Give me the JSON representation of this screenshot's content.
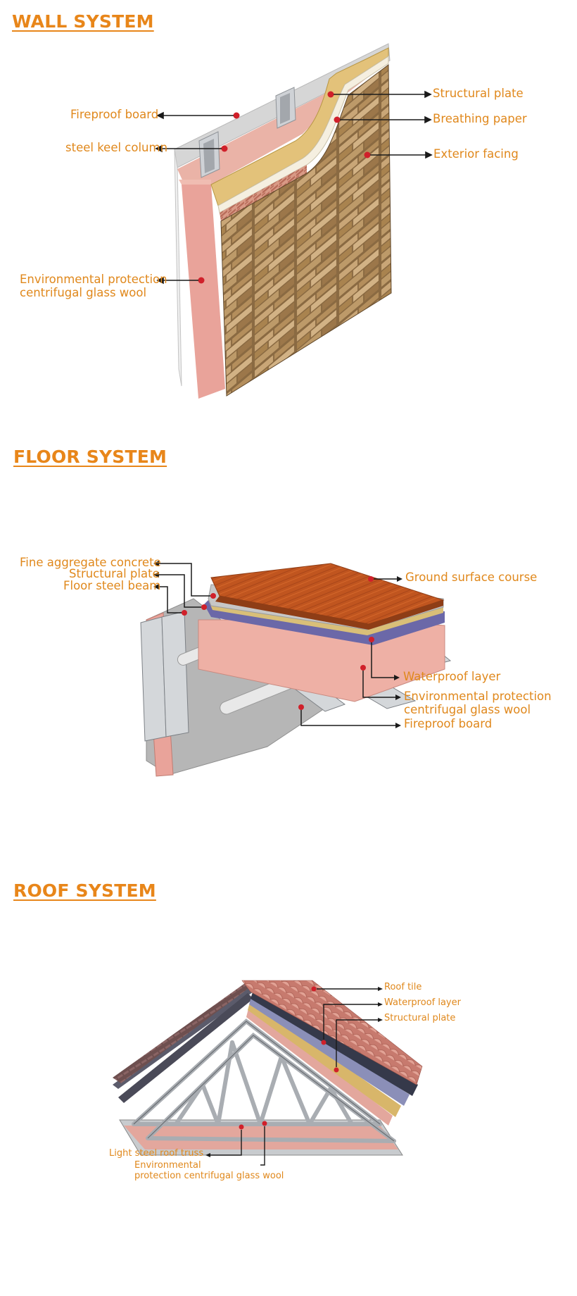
{
  "wall": {
    "title": "WALL SYSTEM",
    "labels": {
      "fireproof_board": "Fireproof board",
      "steel_keel_column": "steel keel column",
      "glass_wool": "Environmental protection\ncentrifugal glass wool",
      "structural_plate": "Structural plate",
      "breathing_paper": "Breathing paper",
      "exterior_facing": "Exterior facing"
    }
  },
  "floor": {
    "title": "FLOOR SYSTEM",
    "labels": {
      "fine_aggregate_concrete": "Fine aggregate concrete",
      "structural_plate": "Structural plate",
      "floor_steel_beam": "Floor steel beam",
      "ground_surface_course": "Ground surface course",
      "waterproof_layer": "Waterproof layer",
      "glass_wool": "Environmental protection\ncentrifugal glass wool",
      "fireproof_board": "Fireproof board"
    }
  },
  "roof": {
    "title": "ROOF SYSTEM",
    "labels": {
      "roof_tile": "Roof tile",
      "waterproof_layer": "Waterproof layer",
      "structural_plate": "Structural plate",
      "light_steel_roof_truss": "Light steel roof truss",
      "glass_wool": "Environmental\nprotection centrifugal glass wool"
    }
  },
  "colors": {
    "accent": "#e8861a",
    "label_text": "#e0881c",
    "marker": "#d0202a",
    "leader": "#1a1a1a",
    "glass_wool": "#e9a39a",
    "stone": "#8a6a42",
    "wood_floor": "#c0551f",
    "waterproof": "#6b68a8",
    "roof_tile": "#c77a6e",
    "steel": "#c9cccf"
  }
}
